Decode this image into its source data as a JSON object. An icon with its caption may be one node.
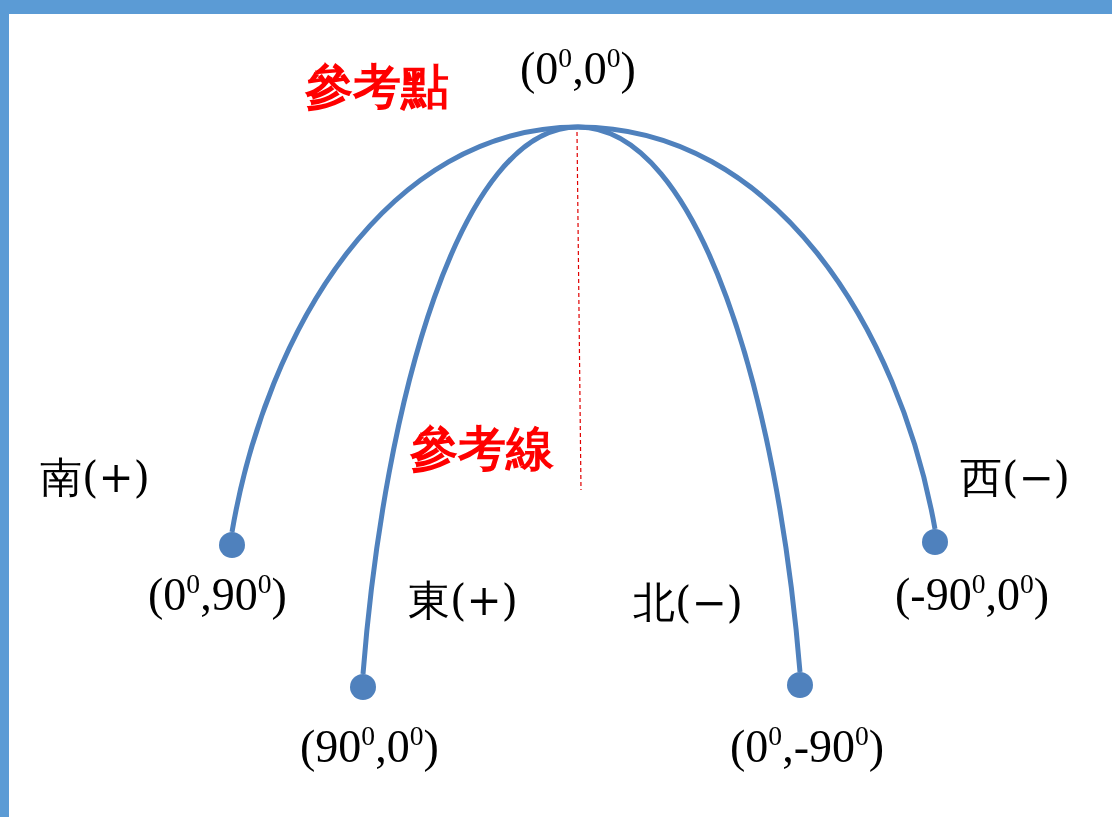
{
  "diagram": {
    "nodes": [
      {
        "text": [
          "參考點",
          "(0$^{0}$,0$^{0}$)"
        ]
      },
      {
        "text": [],
        "shape": "circle",
        "beside": [
          "(0$^{0}$,90$^{0}$)",
          "南(+)"
        ]
      },
      {
        "text": [],
        "shape": "circle",
        "beside": [
          "(90$^{0}$,0$^{0}$)",
          "東(+)"
        ]
      },
      {
        "text": [],
        "shape": "circle",
        "beside": [
          "(0$^{0}$,-90$^{0}$)",
          "北(−)"
        ]
      },
      {
        "text": [],
        "shape": "circle",
        "beside": [
          "(-90$^{0}$,0$^{0}$)",
          "西(−)"
        ]
      }
    ],
    "edges": [
      {
        "from": 0,
        "to": 1,
        "arrow": "none"
      },
      {
        "from": 0,
        "to": 2,
        "arrow": "none"
      },
      {
        "from": 0,
        "to": 3,
        "arrow": "none"
      },
      {
        "from": 0,
        "to": 4,
        "arrow": "none"
      }
    ],
    "labels": [
      "參考線"
    ]
  }
}
